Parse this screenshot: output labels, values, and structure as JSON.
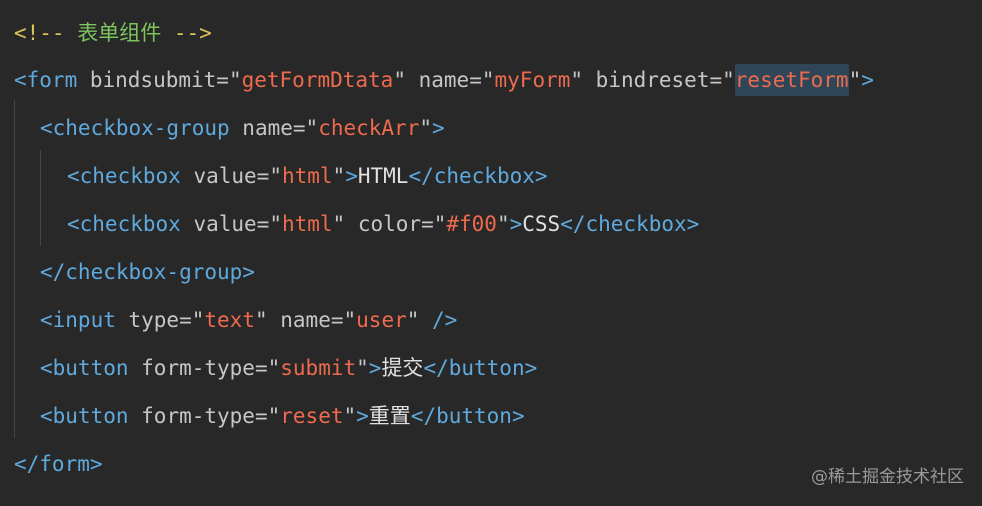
{
  "code": {
    "l1": {
      "open": "<!--",
      "text": " 表单组件 ",
      "close": "-->"
    },
    "l2": {
      "tag": "<form",
      "a1": " bindsubmit",
      "v1": "getFormDtata",
      "a2": " name",
      "v2": "myForm",
      "a3": " bindreset",
      "v3": "resetForm",
      "end": ">"
    },
    "l3": {
      "tag": "<checkbox-group",
      "a1": " name",
      "v1": "checkArr",
      "end": ">"
    },
    "l4": {
      "tag": "<checkbox",
      "a1": " value",
      "v1": "html",
      "end": ">",
      "text": "HTML",
      "close": "</checkbox>"
    },
    "l5": {
      "tag": "<checkbox",
      "a1": " value",
      "v1": "html",
      "a2": " color",
      "v2": "#f00",
      "end": ">",
      "text": "CSS",
      "close": "</checkbox>"
    },
    "l6": {
      "close": "</checkbox-group>"
    },
    "l7": {
      "tag": "<input",
      "a1": " type",
      "v1": "text",
      "a2": " name",
      "v2": "user",
      "end": " />"
    },
    "l8": {
      "tag": "<button",
      "a1": " form-type",
      "v1": "submit",
      "end": ">",
      "text": "提交",
      "close": "</button>"
    },
    "l9": {
      "tag": "<button",
      "a1": " form-type",
      "v1": "reset",
      "end": ">",
      "text": "重置",
      "close": "</button>"
    },
    "l10": {
      "close": "</form>"
    }
  },
  "symbols": {
    "eq": "=",
    "q": "\"",
    "lt": "<",
    "gt": ">"
  },
  "watermark": "@稀土掘金技术社区",
  "colors": {
    "background": "#282828",
    "comment_delim": "#dcc25a",
    "comment_text": "#7dc45e",
    "tag": "#5fa9dd",
    "attribute": "#c6c6c6",
    "string": "#ee6a4e",
    "text": "#e0e0e0",
    "selection": "#2f4558"
  }
}
